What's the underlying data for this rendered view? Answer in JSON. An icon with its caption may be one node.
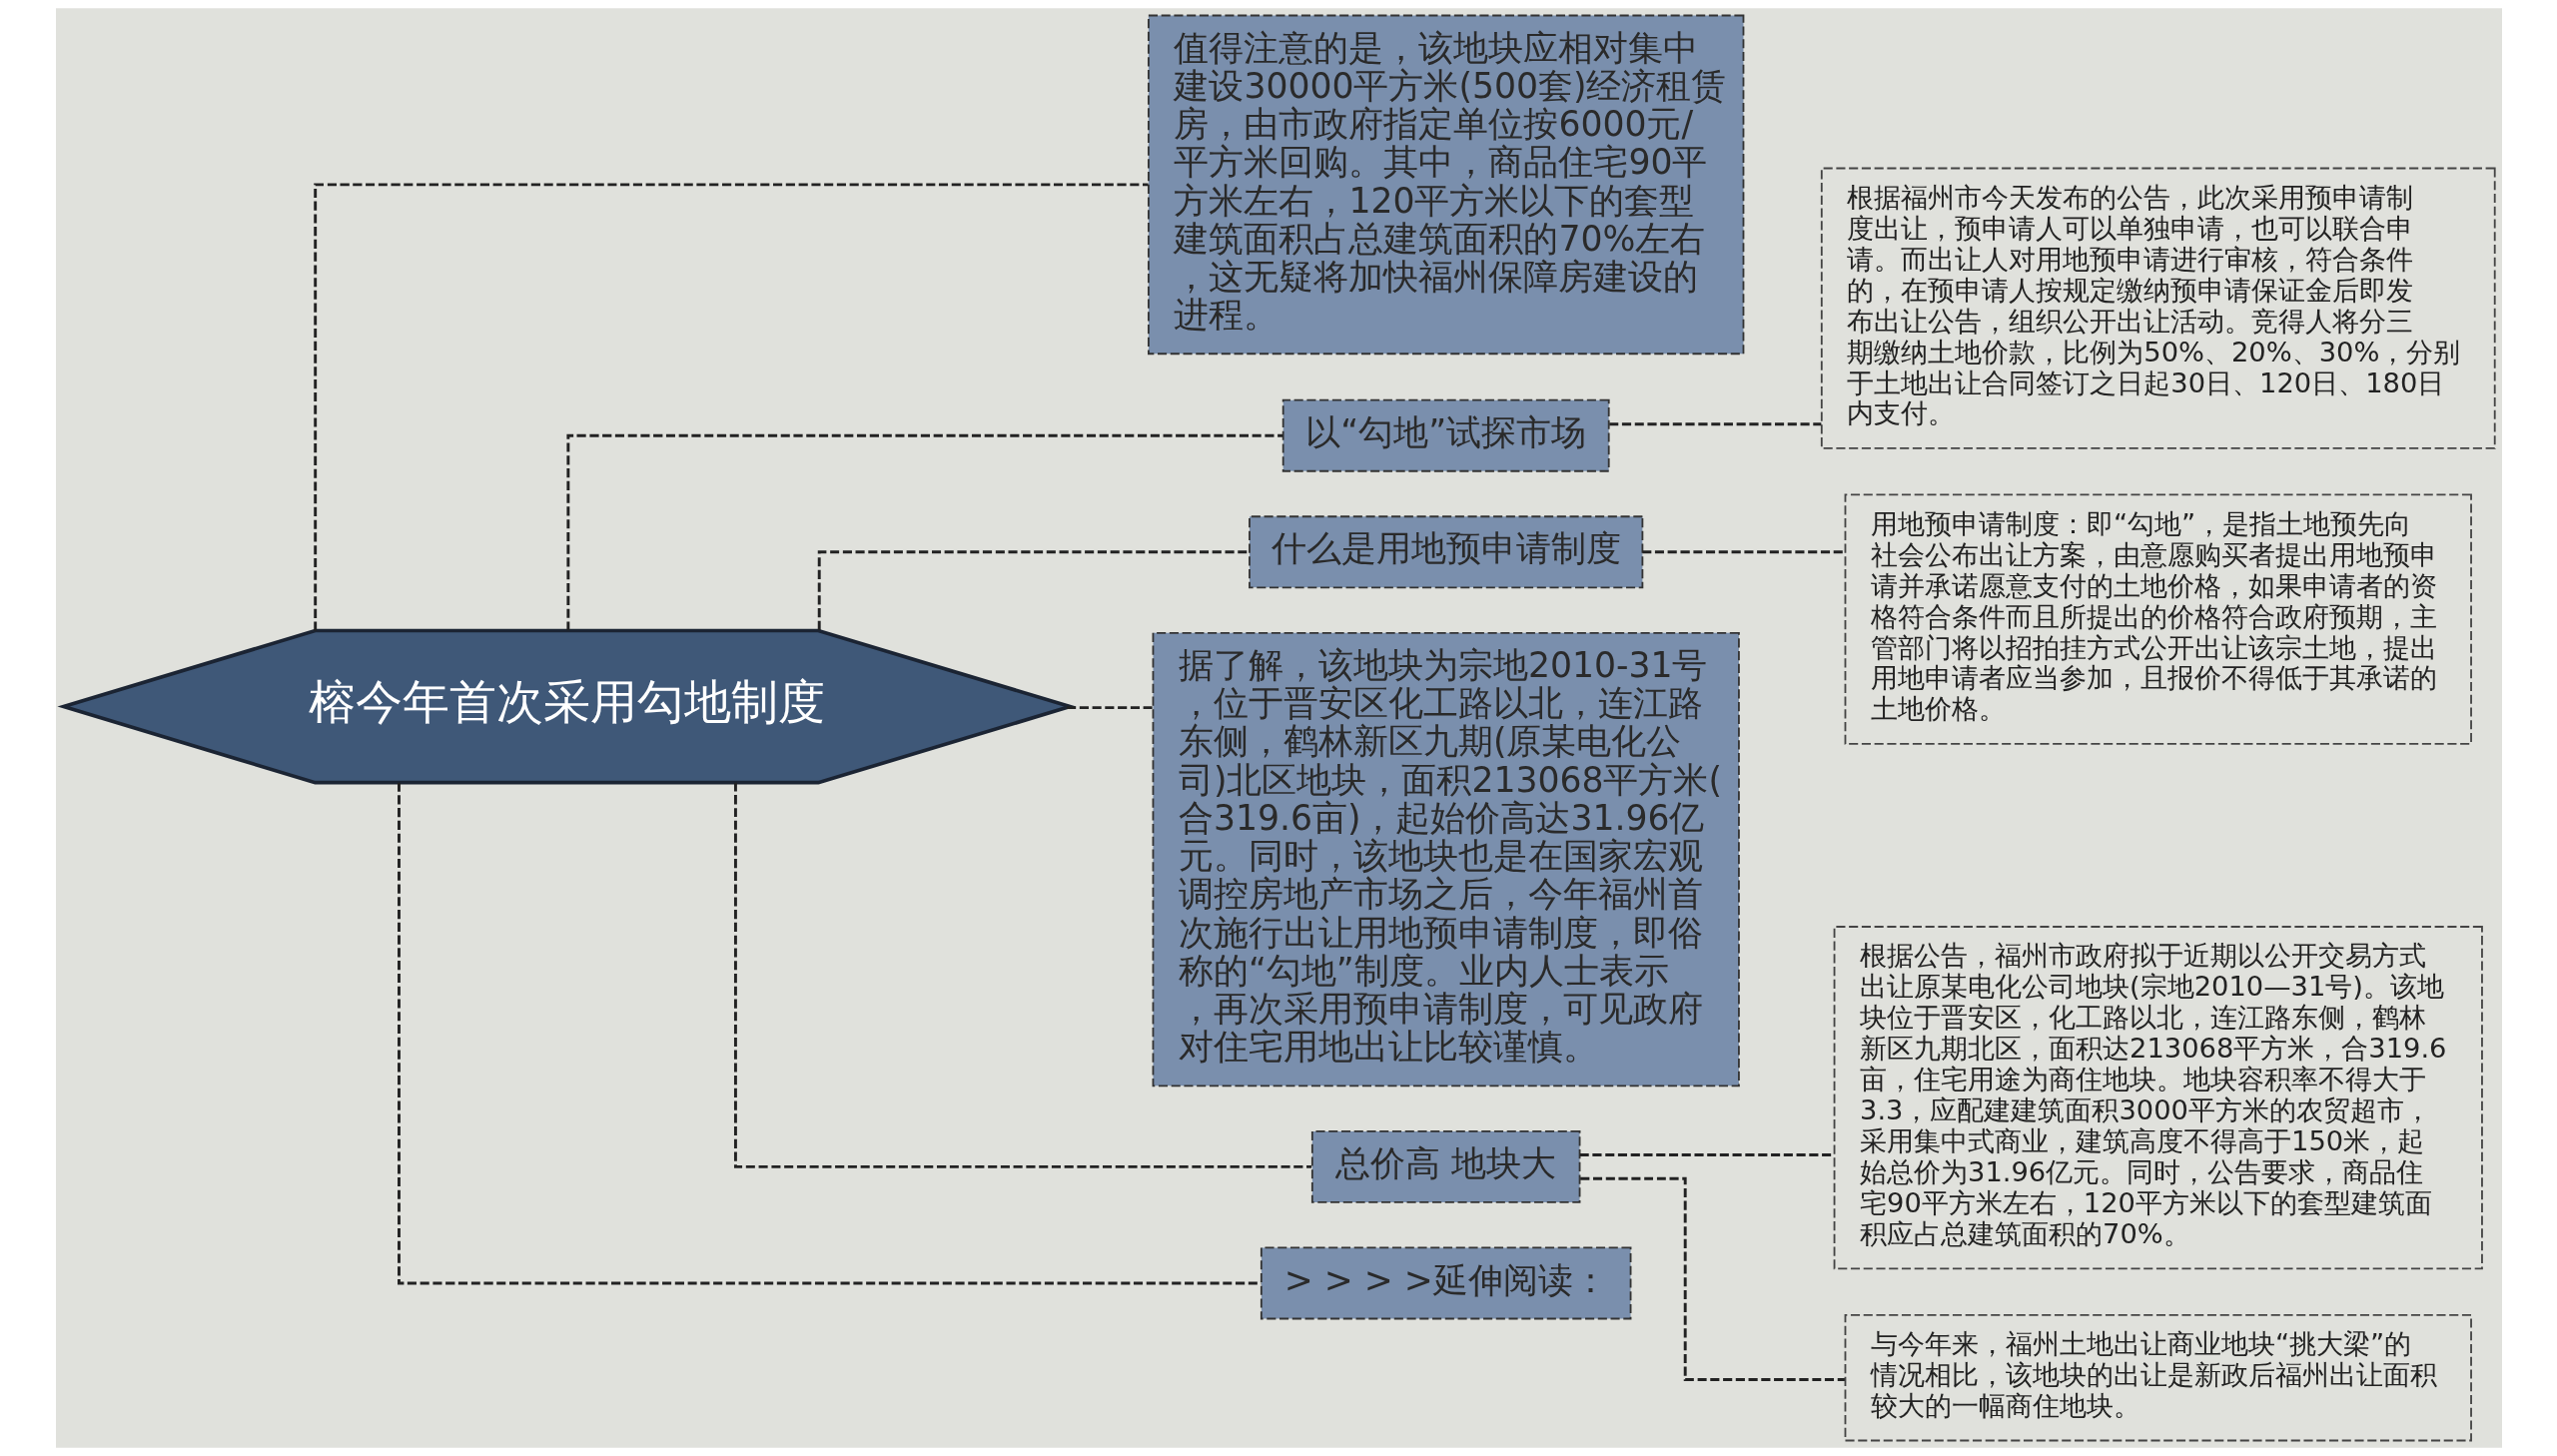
{
  "diagram": {
    "nodes": [
      {
        "text": [
          "榕今年首次采用勾地制度"
        ]
      },
      {
        "text": [
          "值得注意的是，该地块应相对集中建设30000平方米(500套)经济租赁房，由市政府指定单位按6000元/平方米回购。其中，商品住宅90平方米左右，120平方米以下的套型建筑面积占总建筑面积的70%左右，这无疑将加快福州保障房建设的进程。"
        ]
      },
      {
        "text": [
          "以“勾地”试探市场"
        ]
      },
      {
        "text": [
          "根据福州市今天发布的公告，此次采用预申请制度出让，预申请人可以单独申请，也可以联合申请。而出让人对用地预申请进行审核，符合条件的，在预申请人按规定缴纳预申请保证金后即发布出让公告，组织公开出让活动。竞得人将分三期缴纳土地价款，比例为50%、20%、30%，分别于土地出让合同签订之日起30日、120日、180日内支付。"
        ]
      },
      {
        "text": [
          "什么是用地预申请制度"
        ]
      },
      {
        "text": [
          "用地预申请制度：即“勾地”，是指土地预先向社会公布出让方案，由意愿购买者提出用地预申请并承诺愿意支付的土地价格，如果申请者的资格符合条件而且所提出的价格符合政府预期，主管部门将以招拍挂方式公开出让该宗土地，提出用地申请者应当参加，且报价不得低于其承诺的土地价格。"
        ]
      },
      {
        "text": [
          "据了解，该地块为宗地2010-31号，位于晋安区化工路以北，连江路东侧，鹤林新区九期(原某电化公司)北区地块，面积213068平方米(合319.6亩)，起始价高达31.96亿元。同时，该地块也是在国家宏观调控房地产市场之后，今年福州首次施行出让用地预申请制度，即俗称的“勾地”制度。业内人士表示，再次采用预申请制度，可见政府对住宅用地出让比较谨慎。"
        ]
      },
      {
        "text": [
          "总价高 地块大"
        ]
      },
      {
        "text": [
          "根据公告，福州市政府拟于近期以公开交易方式出让原某电化公司地块(宗地2010—31号)。该地块位于晋安区，化工路以北，连江路东侧，鹤林新区九期北区，面积达213068平方米，合319.6亩，住宅用途为商住地块。地块容积率不得大于3.3，应配建建筑面积3000平方米的农贸超市，采用集中式商业，建筑高度不得高于150米，起始总价为31.96亿元。同时，公告要求，商品住宅90平方米左右，120平方米以下的套型建筑面积应占总建筑面积的70%。"
        ]
      },
      {
        "text": [
          "与今年来，福州土地出让商业地块“挑大梁”的情况相比，该地块的出让是新政后福州出让面积较大的一幅商住地块。"
        ]
      },
      {
        "text": [
          "> > > >延伸阅读："
        ]
      }
    ],
    "edges": [
      {
        "from": 0,
        "to": 1,
        "arrow": "none",
        "style": "dashed"
      },
      {
        "from": 0,
        "to": 2,
        "arrow": "none",
        "style": "dashed"
      },
      {
        "from": 2,
        "to": 3,
        "arrow": "none",
        "style": "dashed"
      },
      {
        "from": 0,
        "to": 4,
        "arrow": "none",
        "style": "dashed"
      },
      {
        "from": 4,
        "to": 5,
        "arrow": "none",
        "style": "dashed"
      },
      {
        "from": 0,
        "to": 6,
        "arrow": "none",
        "style": "dashed"
      },
      {
        "from": 0,
        "to": 7,
        "arrow": "none",
        "style": "dashed"
      },
      {
        "from": 7,
        "to": 8,
        "arrow": "none",
        "style": "dashed"
      },
      {
        "from": 7,
        "to": 9,
        "arrow": "none",
        "style": "dashed"
      },
      {
        "from": 0,
        "to": 10,
        "arrow": "none",
        "style": "dashed"
      }
    ]
  }
}
